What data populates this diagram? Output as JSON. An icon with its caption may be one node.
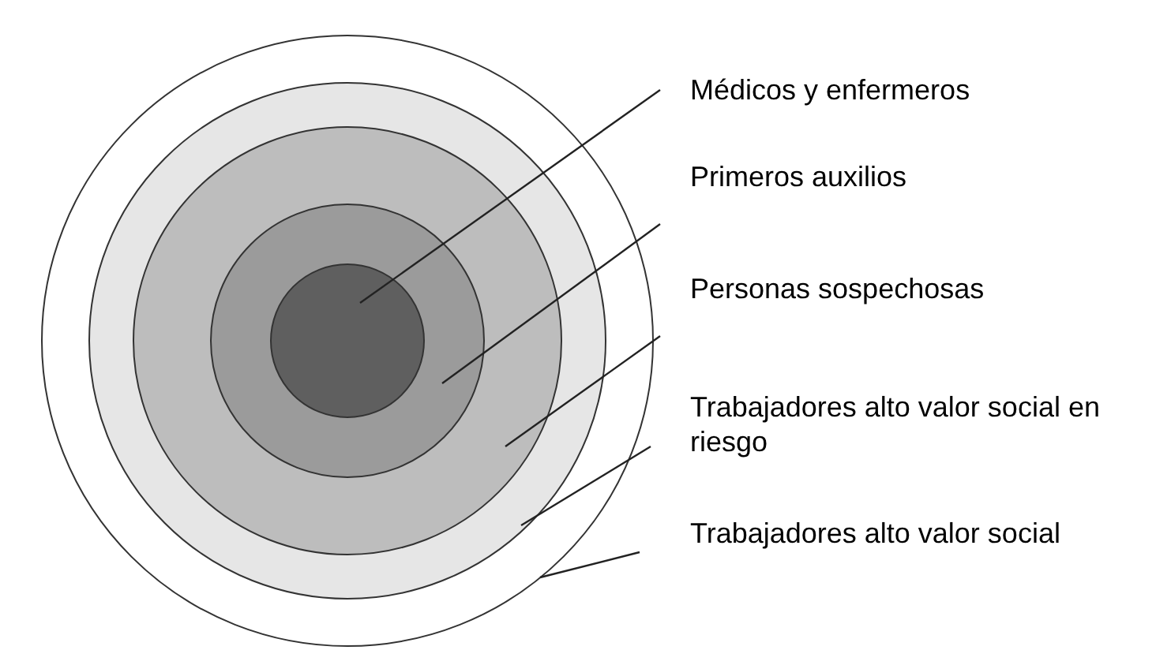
{
  "diagram": {
    "nodes": [
      {
        "text": [],
        "shape": "circle"
      },
      {
        "text": [],
        "shape": "circle",
        "in": 0
      },
      {
        "text": [],
        "shape": "circle",
        "in": 1
      },
      {
        "text": [],
        "shape": "circle",
        "in": 2
      },
      {
        "text": [],
        "shape": "circle",
        "in": 3
      },
      {
        "text": [
          "Médicos y enfermeros"
        ]
      },
      {
        "text": [
          "Primeros auxilios"
        ]
      },
      {
        "text": [
          "Personas sospechosas"
        ]
      },
      {
        "text": [
          "Trabajadores alto valor social en riesgo"
        ]
      },
      {
        "text": [
          "Trabajadores alto valor social"
        ]
      }
    ],
    "edges": [
      {
        "from": 5,
        "to": 4,
        "arrow": "none"
      },
      {
        "from": 6,
        "to": 3,
        "arrow": "none"
      },
      {
        "from": 7,
        "to": 2,
        "arrow": "none"
      },
      {
        "from": 8,
        "to": 1,
        "arrow": "none"
      },
      {
        "from": 9,
        "to": 0,
        "arrow": "none"
      }
    ]
  }
}
